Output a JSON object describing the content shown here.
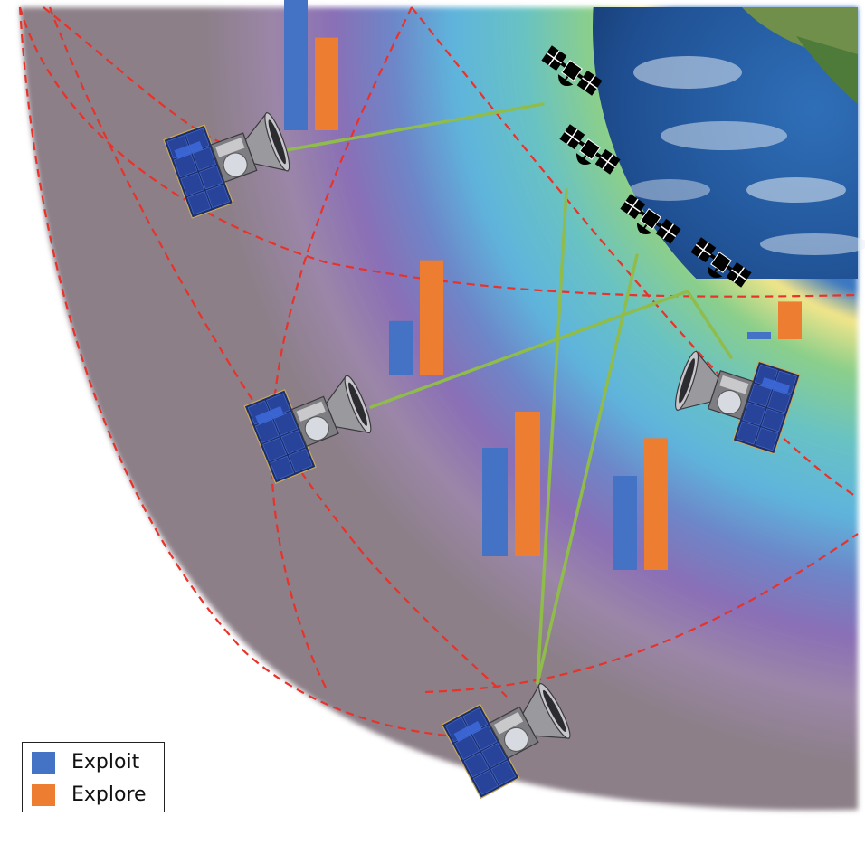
{
  "legend": {
    "items": [
      {
        "label": "Exploit",
        "color": "#4472c4"
      },
      {
        "label": "Explore",
        "color": "#ed7d31"
      }
    ]
  },
  "colors": {
    "exploit": "#4472c4",
    "explore": "#ed7d31",
    "link": "#8fbc4a",
    "orbit": "#e8322a"
  },
  "bar_pairs": [
    {
      "id": "pair-1",
      "exploit": 0.9,
      "explore": 0.64
    },
    {
      "id": "pair-2",
      "exploit": 0.37,
      "explore": 0.79
    },
    {
      "id": "pair-3",
      "exploit": 0.05,
      "explore": 0.26
    },
    {
      "id": "pair-4",
      "exploit": 0.75,
      "explore": 1.0
    },
    {
      "id": "pair-5",
      "exploit": 0.65,
      "explore": 0.91
    }
  ],
  "icons": {
    "small_satellite": "satellite-icon",
    "large_satellite": "space-telescope-satellite-icon",
    "planet": "earth-icon"
  }
}
